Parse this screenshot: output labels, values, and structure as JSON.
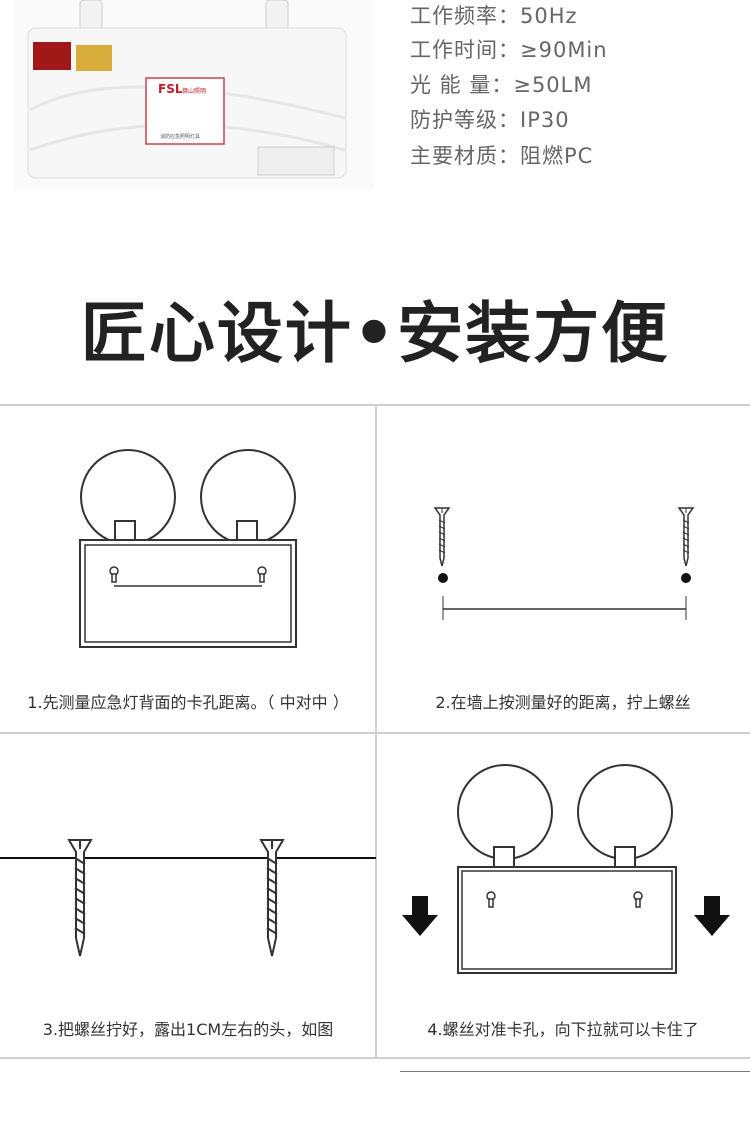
{
  "product": {
    "brand_logo": "FSL",
    "brand_name": "佛山照明",
    "label_subtitle": "消防应急照明灯具"
  },
  "specs": [
    "工作频率：50Hz",
    "工作时间：≥90Min",
    "光 能 量：≥50LM",
    "防护等级：IP30",
    "主要材质：阻燃PC"
  ],
  "section_title": "匠心设计•安装方便",
  "steps": [
    {
      "caption": "1.先测量应急灯背面的卡孔距离。（ 中对中 ）"
    },
    {
      "caption": "2.在墙上按测量好的距离，拧上螺丝"
    },
    {
      "caption": "3.把螺丝拧好，露出1CM左右的头，如图"
    },
    {
      "caption": "4.螺丝对准卡孔，向下拉就可以卡住了"
    }
  ]
}
